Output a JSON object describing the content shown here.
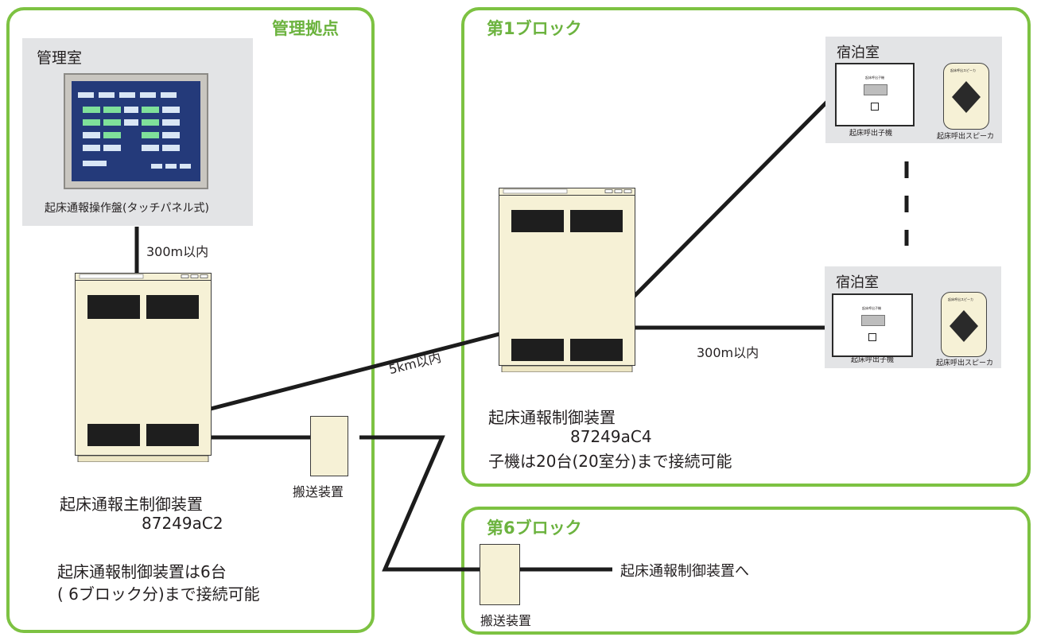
{
  "groups": {
    "hq": {
      "title": "管理拠点"
    },
    "block1": {
      "title": "第1ブロック"
    },
    "block6": {
      "title": "第6ブロック"
    }
  },
  "control_room": {
    "title": "管理室",
    "panel_caption": "起床通報操作盤(タッチパネル式)"
  },
  "links": {
    "panel_to_main": "300m以内",
    "main_to_block": "5km以内",
    "block_to_room": "300m以内"
  },
  "main_controller": {
    "name": "起床通報主制御装置",
    "model": "87249aC2",
    "note_line1": "起床通報制御装置は6台",
    "note_line2": "( 6ブロック分)まで接続可能"
  },
  "transport": {
    "hq_label": "搬送装置",
    "block6_label": "搬送装置"
  },
  "block1_controller": {
    "name": "起床通報制御装置",
    "model": "87249aC4",
    "note": "子機は20台(20室分)まで接続可能"
  },
  "rooms": [
    {
      "title": "宿泊室",
      "handset": "起床呼出子機",
      "speaker": "起床呼出スピーカ",
      "speaker_tag": "起床呼出スピーカ",
      "handset_tag": "起床呼出子機"
    },
    {
      "title": "宿泊室",
      "handset": "起床呼出子機",
      "speaker": "起床呼出スピーカ",
      "speaker_tag": "起床呼出スピーカ",
      "handset_tag": "起床呼出子機"
    }
  ],
  "block6_target": "起床通報制御装置へ",
  "colors": {
    "group_border": "#7dc242",
    "group_title": "#6cb33f",
    "room_bg": "#e3e4e6",
    "device_fill": "#f6f1d6"
  }
}
